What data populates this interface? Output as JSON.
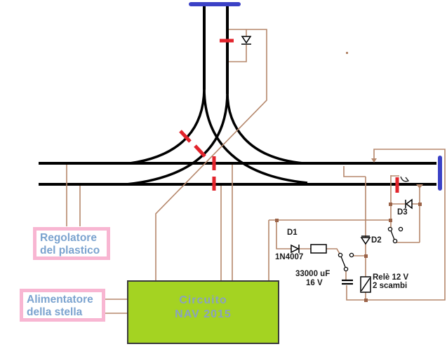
{
  "diagram_title": "Model railway wye turnout wiring diagram",
  "colors": {
    "track": "#000000",
    "wire": "#b5876b",
    "junction": "#9b6348",
    "insulator": "#e2242c",
    "buffer": "#3b41c6",
    "green_fill": "#a4d322",
    "green_border": "#3a3a3a",
    "pink": "#f8b6d2",
    "blue_text": "#7ba3cf",
    "green_box_text": "#8aa2c0",
    "label": "#1a1a1a"
  },
  "boxes": {
    "regolatore": {
      "line1": "Regolatore",
      "line2": "del plastico"
    },
    "alimentatore": {
      "line1": "Alimentatore",
      "line2": "della stella"
    },
    "circuito": {
      "line1": "Circuito",
      "line2": "NAV 2015"
    }
  },
  "components": {
    "d1_label": "D1",
    "d1_part": "1N4007",
    "cap_value": "33000 uF",
    "cap_voltage": "16 V",
    "d2_label": "D2",
    "d3_label": "D3",
    "relay_line1": "Relè 12 V",
    "relay_line2": "2 scambi"
  }
}
